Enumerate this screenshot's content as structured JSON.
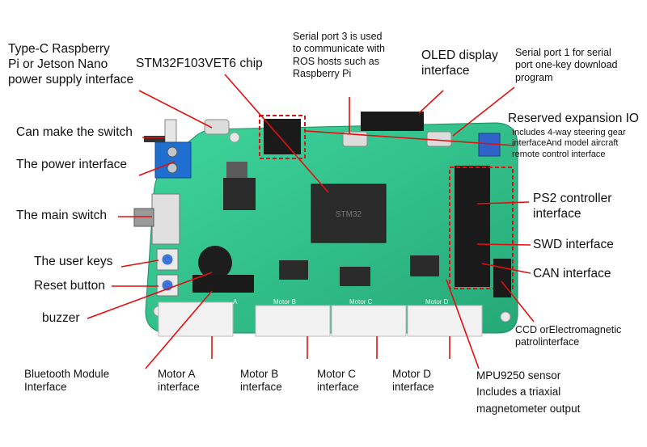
{
  "labels": {
    "typec_power": "Type-C Raspberry\nPi or Jetson Nano\npower supply interface",
    "stm32_chip": "STM32F103VET6 chip",
    "serial3": "Serial port 3 is used\nto communicate with\n ROS hosts such as\nRaspberry Pi",
    "oled": "OLED display\ninterface",
    "serial1": "Serial port 1 for serial\nport one-key download\nprogram",
    "reserved_io": "Reserved expansion IO",
    "reserved_io_note": "Includes 4-way steering gear\ninterfaceAnd model aircraft\nremote control interface",
    "can_switch": "Can make the switch",
    "power_interface": "The power interface",
    "main_switch": "The main switch",
    "user_keys": "The user keys",
    "reset_button": "Reset button",
    "buzzer": "buzzer",
    "ps2": "PS2 controller\ninterface",
    "swd": "SWD interface",
    "can": "CAN interface",
    "ccd": "CCD orElectromagnetic\n patrolinterface",
    "bluetooth": "Bluetooth Module\nInterface",
    "motor_a": "Motor A\ninterface",
    "motor_b": "Motor B\ninterface",
    "motor_c": "Motor C\ninterface",
    "motor_d": "Motor D\ninterface",
    "mpu9250": "MPU9250 sensor\nIncludes a triaxial\nmagnetometer output"
  },
  "board_silkscreen": {
    "chip_marking": "STM32",
    "motor_a_mark": "A",
    "motor_b_mark": "Motor B",
    "motor_c_mark": "Motor C",
    "motor_d_mark": "Motor D"
  },
  "colors": {
    "pcb": "#2fbf8a",
    "pointer": "#e01010",
    "text": "#111111"
  }
}
